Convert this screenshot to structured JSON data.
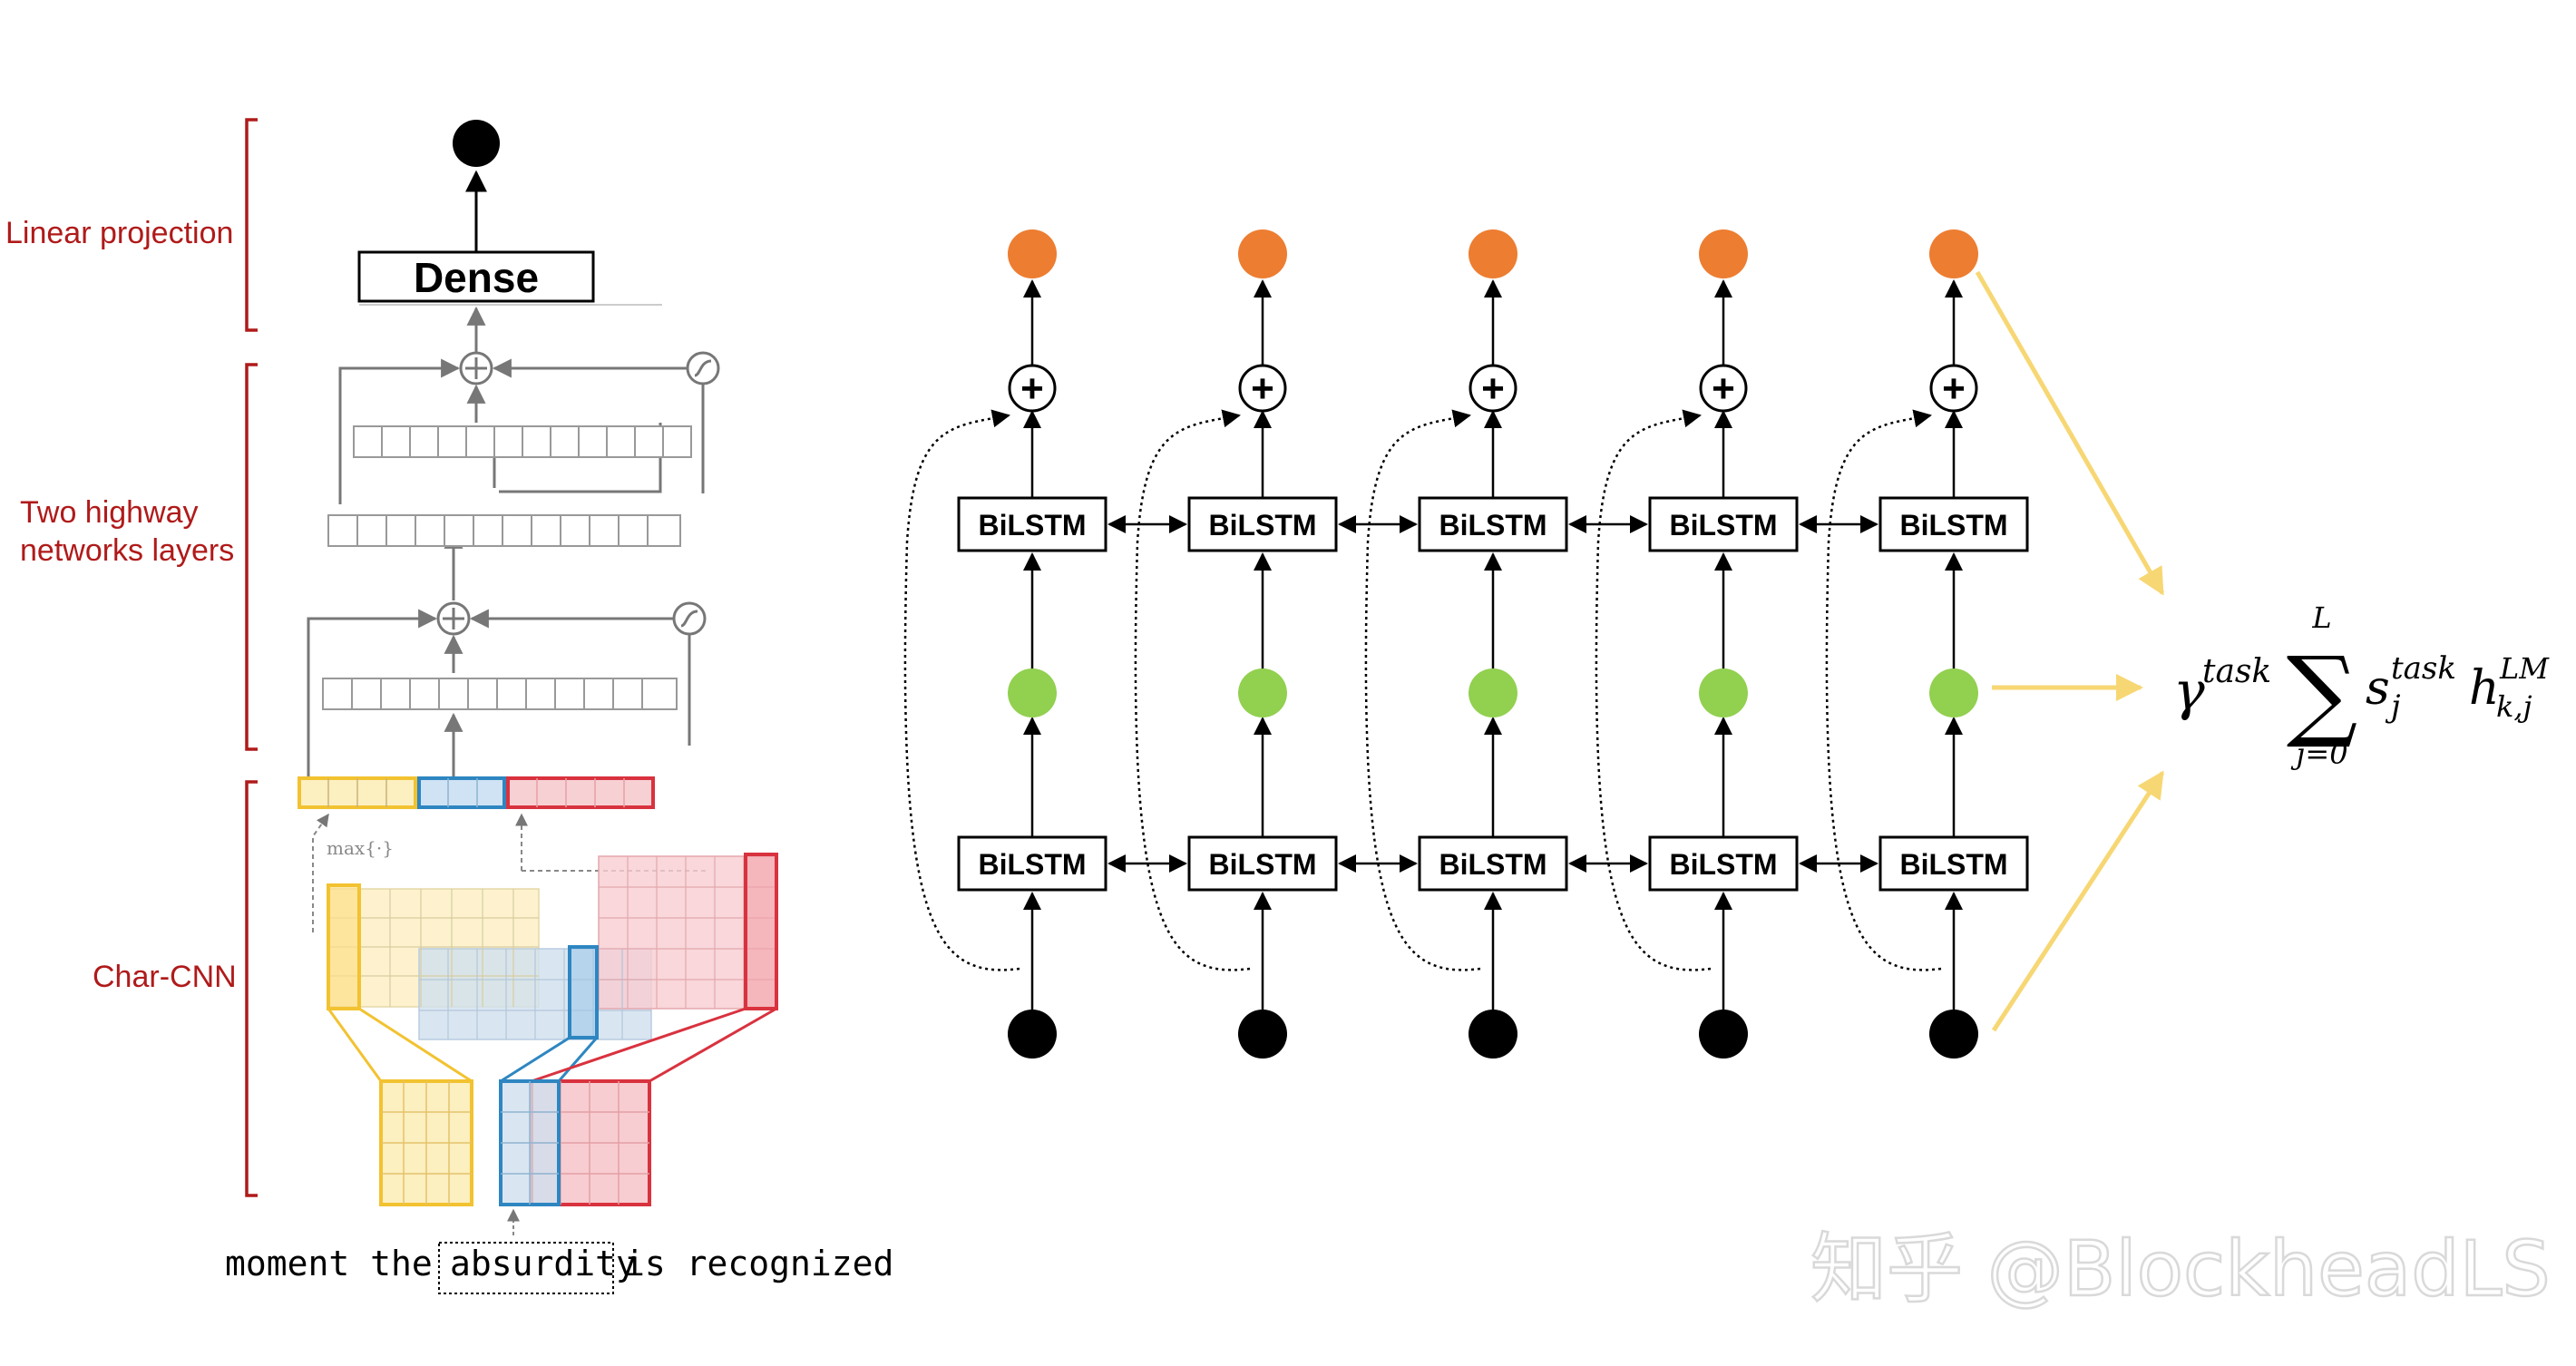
{
  "left_panel": {
    "labels": {
      "linear_projection": "Linear projection",
      "highway_line1": "Two highway",
      "highway_line2": "networks layers",
      "char_cnn": "Char-CNN"
    },
    "dense_label": "Dense",
    "max_label": "max{·}",
    "sentence": {
      "before": "moment the",
      "word": "absurdity",
      "after": "is recognized"
    }
  },
  "right_panel": {
    "columns": 5,
    "lstm_label": "BiLSTM",
    "plus_symbol": "+",
    "formula": {
      "gamma": "γ",
      "task": "task",
      "sum": "∑",
      "upper": "L",
      "lower": "j=0",
      "s": "s",
      "j": "j",
      "h": "h",
      "lm": "LM",
      "kj": "k,j"
    }
  },
  "colors": {
    "label_red": "#b01a1a",
    "orange_node": "#ed7d31",
    "green_node": "#92d050",
    "yellow": "#f2c230",
    "blue": "#2e86c1",
    "red": "#d9323f",
    "arrow_yellow": "#f7d774"
  },
  "watermark": "知乎 @BlockheadLS"
}
